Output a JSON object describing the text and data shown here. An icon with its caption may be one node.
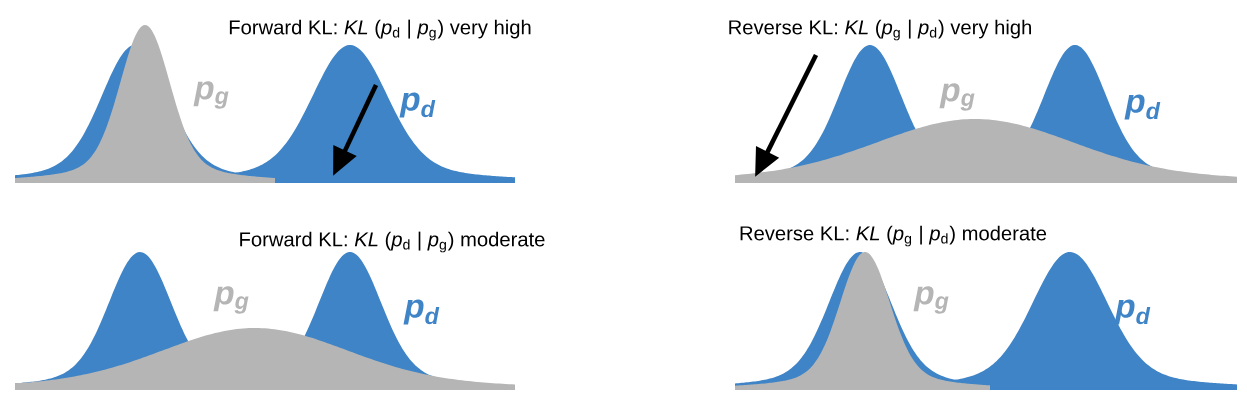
{
  "diagram": {
    "labels": [
      "Forward KL: *KL* (*p*$_{d}$ | *p*$_{g}$) very high",
      "Reverse KL: *KL* (*p*$_{g}$ | *p*$_{d}$) very high",
      "p$_{g}$",
      "p$_{d}$",
      "p$_{g}$",
      "p$_{d}$",
      "Forward KL: *KL* (*p*$_{d}$ | *p*$_{g}$) moderate",
      "Reverse KL: *KL* (*p*$_{g}$ | *p*$_{d}$) moderate",
      "p$_{g}$",
      "p$_{d}$",
      "p$_{g}$",
      "p$_{d}$"
    ]
  }
}
